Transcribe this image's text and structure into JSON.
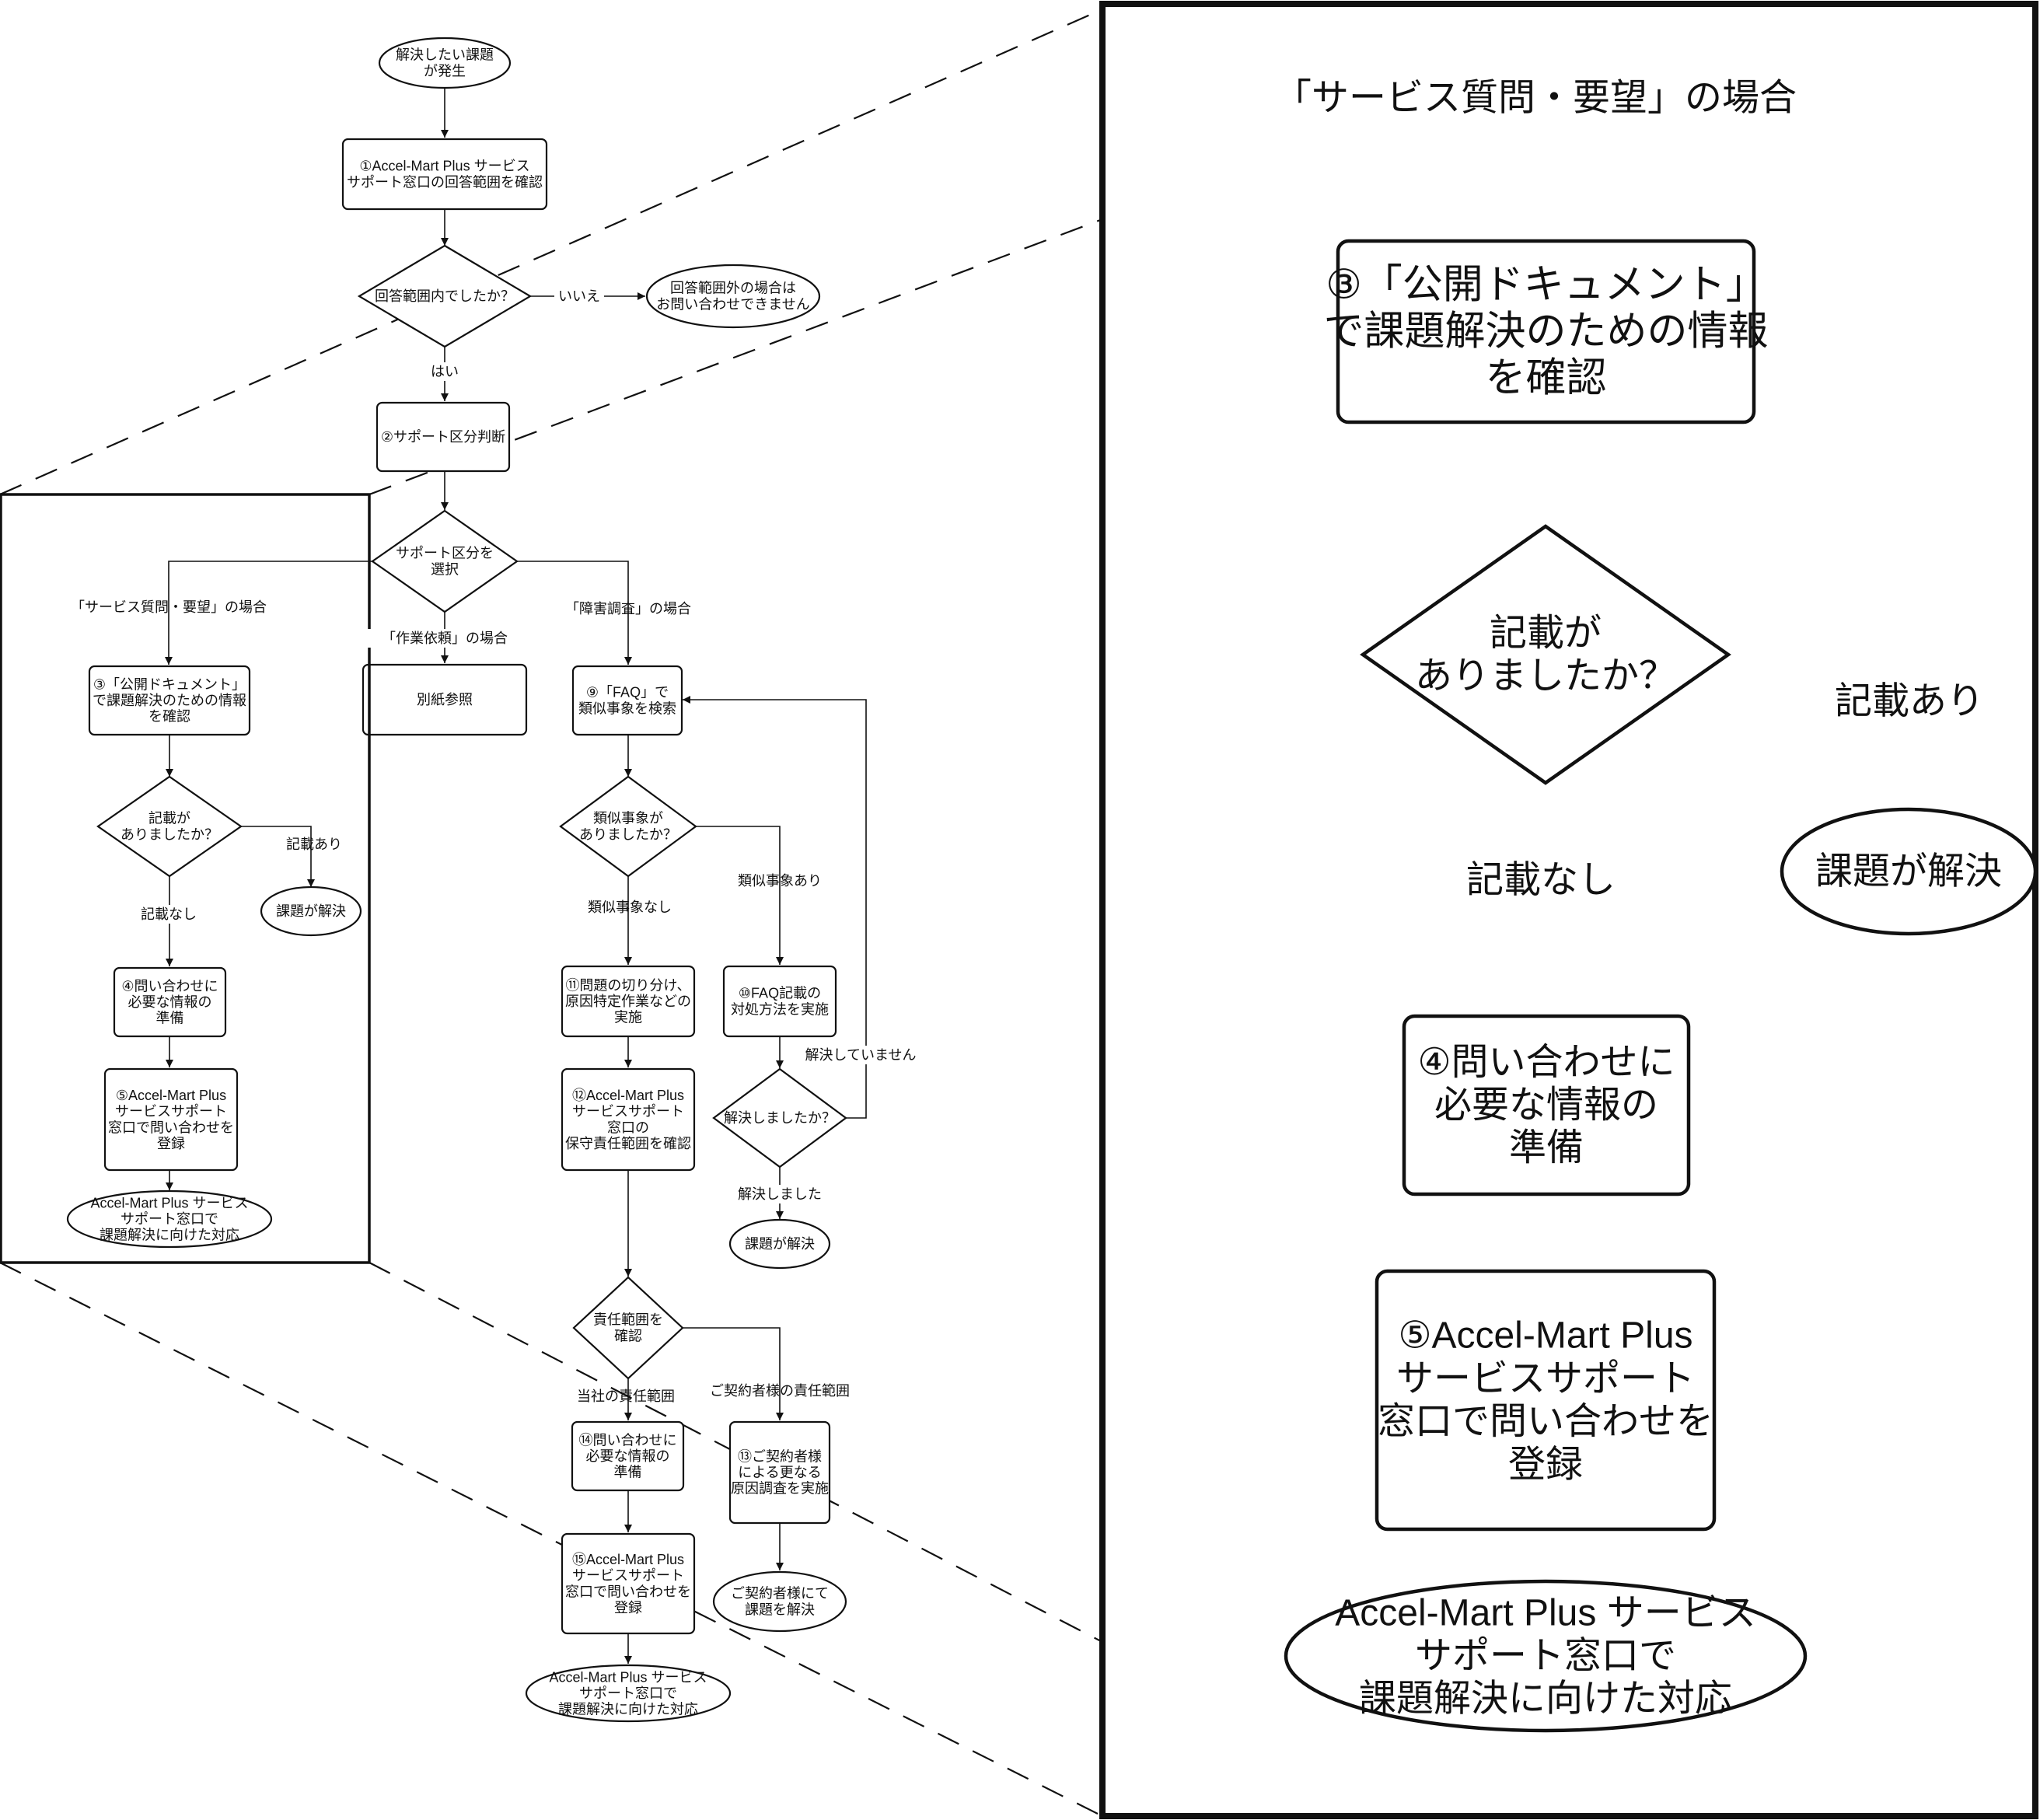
{
  "nodes": {
    "start": [
      "解決したい課題",
      "が発生"
    ],
    "n1": [
      "①Accel-Mart Plus サービス",
      "サポート窓口の回答範囲を確認"
    ],
    "d_scope": [
      "回答範囲内でしたか？"
    ],
    "out_scope": [
      "回答範囲外の場合は",
      "お問い合わせできません"
    ],
    "n2": [
      "②サポート区分判断"
    ],
    "d_cat": [
      "サポート区分を",
      "選択"
    ],
    "n3": [
      "③「公開ドキュメント」",
      "で課題解決のための情報",
      "を確認"
    ],
    "d_doc": [
      "記載が",
      "ありましたか？"
    ],
    "end_doc": [
      "課題が解決"
    ],
    "n4": [
      "④問い合わせに",
      "必要な情報の",
      "準備"
    ],
    "n5": [
      "⑤Accel-Mart Plus",
      "サービスサポート",
      "窓口で問い合わせを",
      "登録"
    ],
    "end_left": [
      "Accel-Mart Plus サービス",
      "サポート窓口で",
      "課題解決に向けた対応"
    ],
    "separate": [
      "別紙参照"
    ],
    "n9": [
      "⑨「FAQ」で",
      "類似事象を検索"
    ],
    "d_sim": [
      "類似事象が",
      "ありましたか？"
    ],
    "n10": [
      "⑩FAQ記載の",
      "対処方法を実施"
    ],
    "d_solved": [
      "解決しましたか？"
    ],
    "end_faq": [
      "課題が解決"
    ],
    "n11": [
      "⑪問題の切り分け、",
      "原因特定作業などの",
      "実施"
    ],
    "n12": [
      "⑫Accel-Mart Plus",
      "サービスサポート",
      "窓口の",
      "保守責任範囲を確認"
    ],
    "d_resp": [
      "責任範囲を",
      "確認"
    ],
    "n13": [
      "⑬ご契約者様",
      "による更なる",
      "原因調査を実施"
    ],
    "end_cust": [
      "ご契約者様にて",
      "課題を解決"
    ],
    "n14": [
      "⑭問い合わせに",
      "必要な情報の",
      "準備"
    ],
    "n15": [
      "⑮Accel-Mart Plus",
      "サービスサポート",
      "窓口で問い合わせを",
      "登録"
    ],
    "end_right": [
      "Accel-Mart Plus サービス",
      "サポート窓口で",
      "課題解決に向けた対応"
    ]
  },
  "edge_labels": {
    "no": "いいえ",
    "yes": "はい",
    "service_case": "「サービス質問・要望」の場合",
    "work_case": "「作業依頼」の場合",
    "fault_case": "「障害調査」の場合",
    "doc_found": "記載あり",
    "doc_none": "記載なし",
    "sim_none": "類似事象なし",
    "sim_found": "類似事象あり",
    "not_solved": "解決していません",
    "solved": "解決しました",
    "own_scope": "当社の責任範囲",
    "cust_scope": "ご契約者様の責任範囲"
  },
  "zoom": {
    "case_label": "「サービス質問・要望」の場合",
    "n3": [
      "③「公開ドキュメント」",
      "で課題解決のための情報",
      "を確認"
    ],
    "d_doc": [
      "記載が",
      "ありましたか？"
    ],
    "doc_found": "記載あり",
    "end_doc": [
      "課題が解決"
    ],
    "doc_none": "記載なし",
    "n4": [
      "④問い合わせに",
      "必要な情報の",
      "準備"
    ],
    "n5": [
      "⑤Accel-Mart Plus",
      "サービスサポート",
      "窓口で問い合わせを",
      "登録"
    ],
    "end_left": [
      "Accel-Mart Plus サービス",
      "サポート窓口で",
      "課題解決に向けた対応"
    ]
  }
}
